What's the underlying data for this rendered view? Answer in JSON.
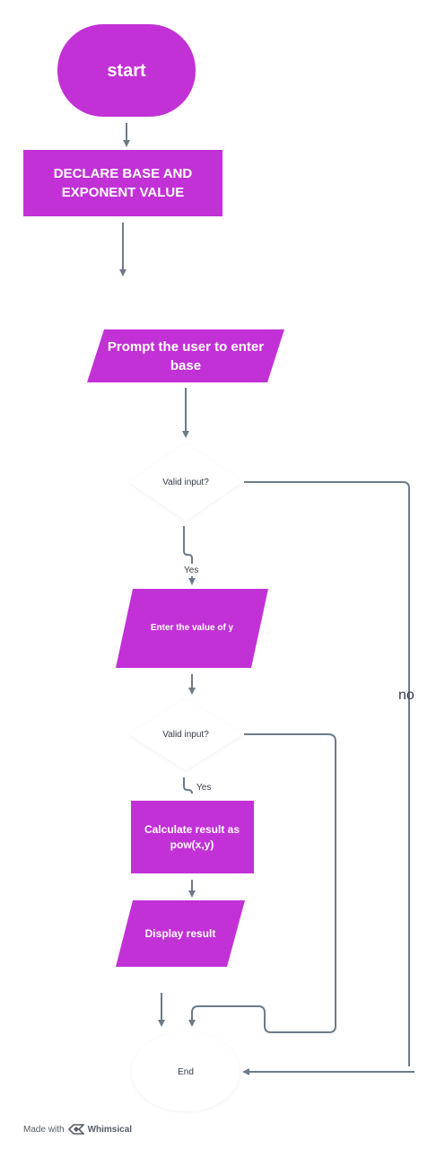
{
  "colors": {
    "node_fill": "#c231d6",
    "connector": "#6d7b88",
    "diamond_fill": "#ffffff"
  },
  "nodes": {
    "start": "start",
    "declare": "DECLARE BASE AND EXPONENT VALUE",
    "prompt_base": "Prompt the user to enter base",
    "decision_1": "Valid input?",
    "enter_y": "Enter the value of y",
    "decision_2": "Valid input?",
    "calculate": "Calculate result as pow(x,y)",
    "display": "Display result",
    "end": "End"
  },
  "edge_labels": {
    "yes_1": "Yes",
    "yes_2": "Yes",
    "no": "no"
  },
  "footer": {
    "made_with": "Made with",
    "brand": "Whimsical",
    "logo_icon": "whimsical-logo-icon"
  }
}
